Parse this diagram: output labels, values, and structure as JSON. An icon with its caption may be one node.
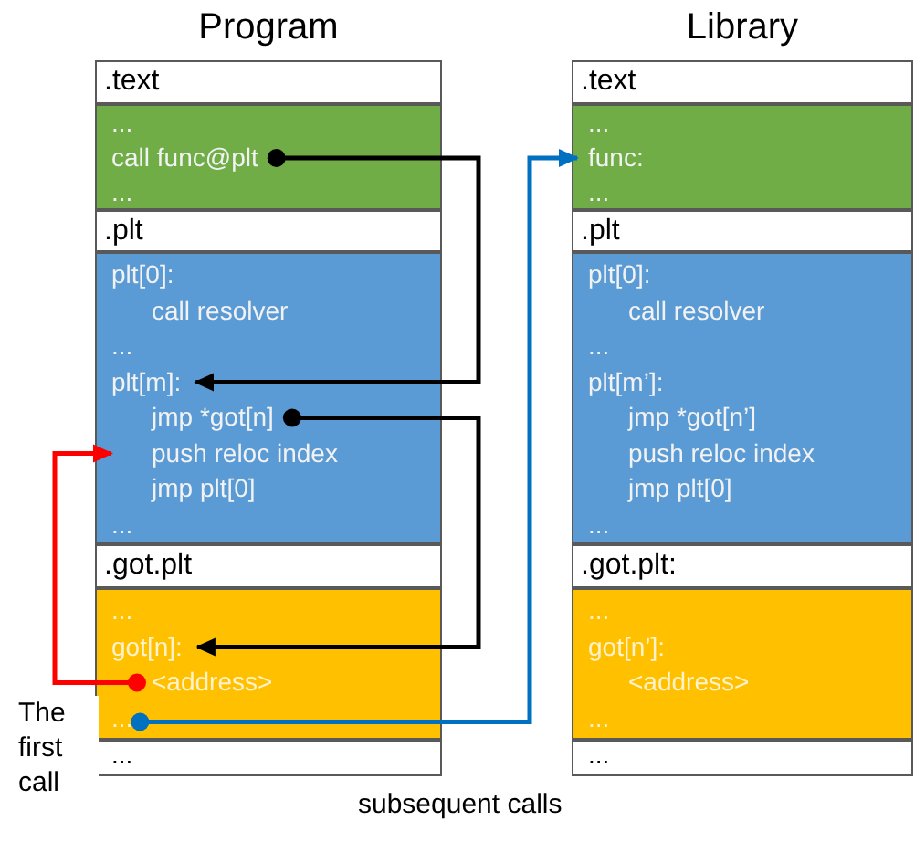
{
  "diagram": {
    "nodes": [
      {
        "text": [
          "Program"
        ]
      },
      {
        "text": [
          ".text"
        ],
        "in": 0
      },
      {
        "text": [
          "...",
          "..."
        ],
        "in": 0
      },
      {
        "text": [
          "call func@plt"
        ],
        "in": 2
      },
      {
        "text": [
          ".plt"
        ],
        "in": 0
      },
      {
        "text": [
          "plt[0]:",
          "call resolver",
          "...",
          "jmp plt[0]",
          "..."
        ],
        "in": 0
      },
      {
        "text": [
          "plt[m]:"
        ],
        "in": 5
      },
      {
        "text": [
          "jmp *got[n]"
        ],
        "in": 5
      },
      {
        "text": [
          "push reloc index"
        ],
        "in": 5
      },
      {
        "text": [
          ".got.plt"
        ],
        "in": 0
      },
      {
        "text": [
          "..."
        ],
        "in": 0
      },
      {
        "text": [
          "got[n]:"
        ],
        "in": 10
      },
      {
        "text": [
          "<address>"
        ],
        "in": 10
      },
      {
        "text": [
          "..."
        ],
        "in": 10
      },
      {
        "text": [
          "..."
        ],
        "in": 0
      },
      {
        "text": [
          "Library"
        ]
      },
      {
        "text": [
          ".text"
        ],
        "in": 15
      },
      {
        "text": [
          "...",
          "..."
        ],
        "in": 15
      },
      {
        "text": [
          "func:"
        ],
        "in": 17
      },
      {
        "text": [
          ".plt"
        ],
        "in": 15
      },
      {
        "text": [
          "plt[0]:",
          "call resolver",
          "...",
          "plt[m’]:",
          "jmp *got[n’]",
          "push reloc index",
          "jmp plt[0]",
          "..."
        ],
        "in": 15
      },
      {
        "text": [
          ".got.plt:"
        ],
        "in": 15
      },
      {
        "text": [
          "...",
          "got[n’]:",
          "<address>",
          "..."
        ],
        "in": 15
      },
      {
        "text": [
          "..."
        ],
        "in": 15
      }
    ],
    "edges": [
      {
        "from": 3,
        "to": 6,
        "arrow": "to"
      },
      {
        "from": 7,
        "to": 11,
        "arrow": "to"
      },
      {
        "from": 12,
        "to": 8,
        "arrow": "to",
        "label": "The first call",
        "color": "#ff0000"
      },
      {
        "from": 13,
        "to": 18,
        "arrow": "to",
        "label": "subsequent calls",
        "color": "#0070c0"
      }
    ]
  }
}
